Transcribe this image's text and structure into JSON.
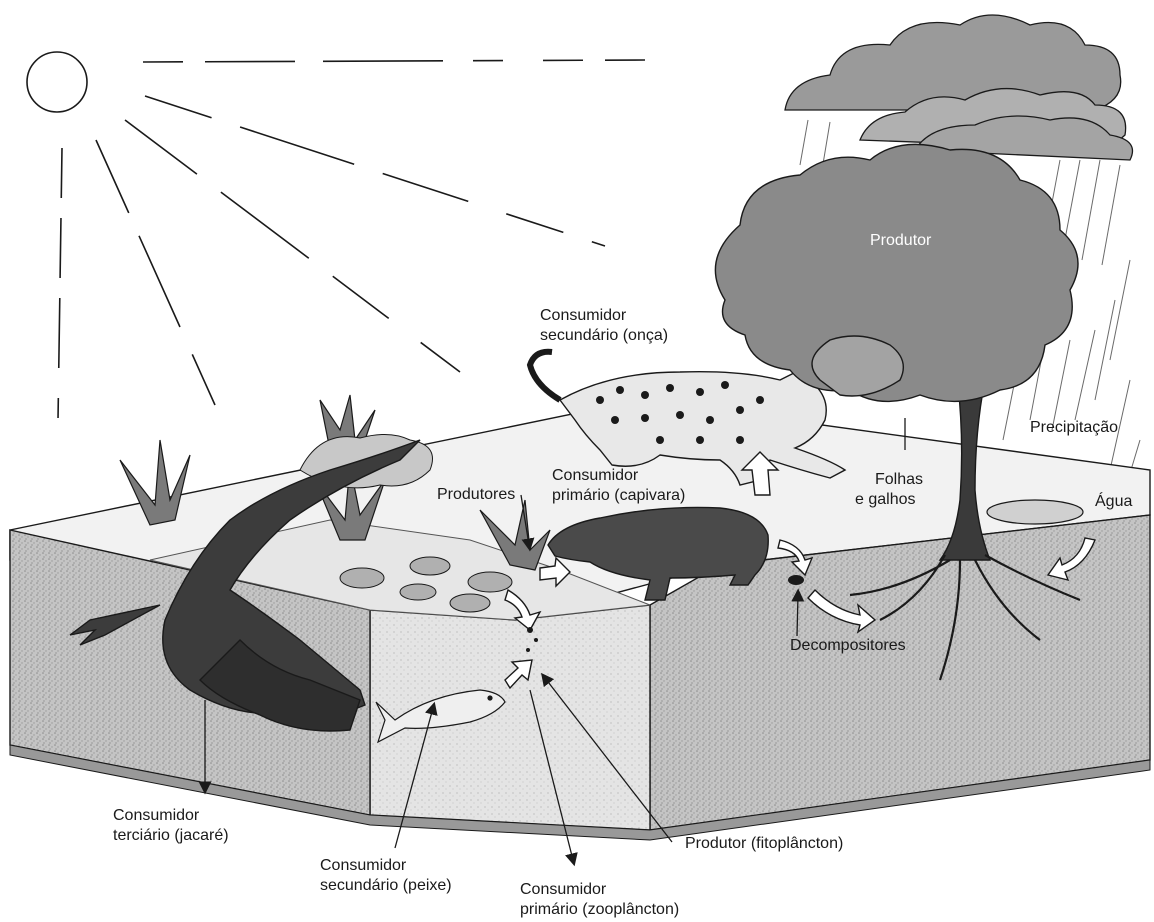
{
  "labels": {
    "produtor_arvore": "Produtor",
    "consumidor_secundario_onca_1": "Consumidor",
    "consumidor_secundario_onca_2": "secundário (onça)",
    "precipitacao": "Precipitação",
    "consumidor_primario_capivara_1": "Consumidor",
    "consumidor_primario_capivara_2": "primário (capivara)",
    "folhas_1": "Folhas",
    "folhas_2": "e galhos",
    "produtores": "Produtores",
    "agua": "Água",
    "decompositores": "Decompositores",
    "consumidor_terciario_1": "Consumidor",
    "consumidor_terciario_2": "terciário (jacaré)",
    "produtor_fitoplancton": "Produtor (fitoplâncton)",
    "consumidor_secundario_peixe_1": "Consumidor",
    "consumidor_secundario_peixe_2": "secundário (peixe)",
    "consumidor_primario_zoo_1": "Consumidor",
    "consumidor_primario_zoo_2": "primário (zooplâncton)"
  },
  "colors": {
    "ink": "#1a1a1a",
    "soil": "#bdbdbd",
    "water": "#d9d9d9",
    "foliage": "#8a8a8a",
    "cloud": "#9a9a9a"
  }
}
